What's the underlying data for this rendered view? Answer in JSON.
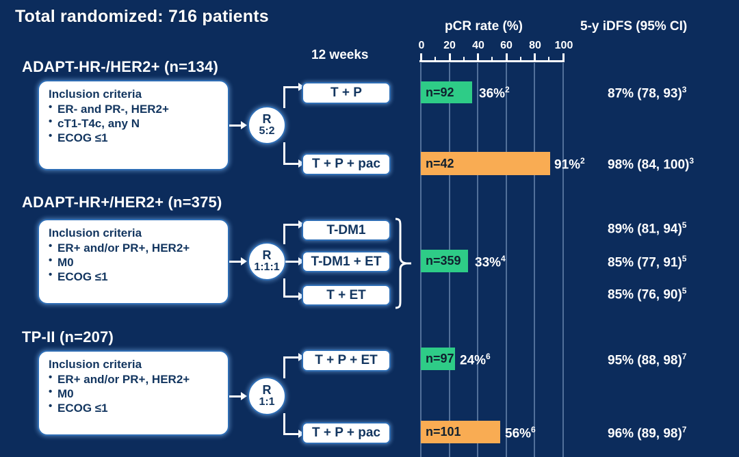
{
  "header": {
    "total_title": "Total randomized: 716 patients",
    "weeks_label": "12 weeks",
    "pcr_col_header": "pCR rate (%)",
    "idfs_col_header": "5-y iDFS (95% CI)"
  },
  "axis": {
    "min": 0,
    "max": 100,
    "major_ticks": [
      0,
      20,
      40,
      60,
      80,
      100
    ],
    "minor_ticks": [
      10,
      30,
      50,
      70,
      90
    ],
    "tick_labels": [
      "0",
      "20",
      "40",
      "60",
      "80",
      "100"
    ]
  },
  "cohorts": [
    {
      "id": "adapt-hr-neg-her2-pos",
      "title": "ADAPT-HR-/HER2+ (n=134)",
      "criteria_title": "Inclusion criteria",
      "criteria": [
        "ER- and PR-, HER2+",
        "cT1-T4c, any N",
        "ECOG ≤1"
      ],
      "randomization": {
        "letter": "R",
        "ratio": "5:2"
      },
      "arms": [
        {
          "label": "T + P",
          "bar": {
            "n_label": "n=92",
            "value": 36,
            "color": "#2ecc87",
            "color_name": "green"
          },
          "pcr_text": "36%",
          "pcr_superscript": "2",
          "idfs_text": "87% (78, 93)",
          "idfs_superscript": "3"
        },
        {
          "label": "T + P + pac",
          "bar": {
            "n_label": "n=42",
            "value": 91,
            "color": "#f9ac53",
            "color_name": "orange"
          },
          "pcr_text": "91%",
          "pcr_superscript": "2",
          "idfs_text": "98% (84, 100)",
          "idfs_superscript": "3"
        }
      ]
    },
    {
      "id": "adapt-hr-pos-her2-pos",
      "title": "ADAPT-HR+/HER2+ (n=375)",
      "criteria_title": "Inclusion criteria",
      "criteria": [
        "ER+ and/or PR+, HER2+",
        "M0",
        "ECOG ≤1"
      ],
      "randomization": {
        "letter": "R",
        "ratio": "1:1:1"
      },
      "pooled_bar": {
        "n_label": "n=359",
        "value": 33,
        "color": "#2ecc87",
        "color_name": "green",
        "pcr_text": "33%",
        "pcr_superscript": "4"
      },
      "arms": [
        {
          "label": "T-DM1",
          "idfs_text": "89% (81, 94)",
          "idfs_superscript": "5"
        },
        {
          "label": "T-DM1 + ET",
          "idfs_text": "85% (77, 91)",
          "idfs_superscript": "5"
        },
        {
          "label": "T + ET",
          "idfs_text": "85% (76, 90)",
          "idfs_superscript": "5"
        }
      ]
    },
    {
      "id": "tp-ii",
      "title": "TP-II (n=207)",
      "criteria_title": "Inclusion criteria",
      "criteria": [
        "ER+ and/or PR+, HER2+",
        "M0",
        "ECOG ≤1"
      ],
      "randomization": {
        "letter": "R",
        "ratio": "1:1"
      },
      "arms": [
        {
          "label": "T + P + ET",
          "bar": {
            "n_label": "n=97",
            "value": 24,
            "color": "#2ecc87",
            "color_name": "green"
          },
          "pcr_text": "24%",
          "pcr_superscript": "6",
          "idfs_text": "95% (88, 98)",
          "idfs_superscript": "7"
        },
        {
          "label": "T + P + pac",
          "bar": {
            "n_label": "n=101",
            "value": 56,
            "color": "#f9ac53",
            "color_name": "orange"
          },
          "pcr_text": "56%",
          "pcr_superscript": "6",
          "idfs_text": "96% (89, 98)",
          "idfs_superscript": "7"
        }
      ]
    }
  ],
  "chart_data": {
    "type": "bar",
    "title": "pCR rate (%)",
    "xlabel": "pCR rate (%)",
    "ylabel": "",
    "xlim": [
      0,
      100
    ],
    "grid": true,
    "orientation": "horizontal",
    "categories": [
      "ADAPT-HR-/HER2+ : T + P",
      "ADAPT-HR-/HER2+ : T + P + pac",
      "ADAPT-HR+/HER2+ : pooled (T-DM1 / T-DM1+ET / T+ET)",
      "TP-II : T + P + ET",
      "TP-II : T + P + pac"
    ],
    "values": [
      36,
      91,
      33,
      24,
      56
    ],
    "n_values": [
      92,
      42,
      359,
      97,
      101
    ],
    "colors": [
      "#2ecc87",
      "#f9ac53",
      "#2ecc87",
      "#2ecc87",
      "#f9ac53"
    ],
    "data_labels": [
      "36%",
      "91%",
      "33%",
      "24%",
      "56%"
    ],
    "footnote_markers": [
      "2",
      "2",
      "4",
      "6",
      "6"
    ],
    "secondary_series": {
      "name": "5-y iDFS (95% CI)",
      "entries": [
        {
          "category": "ADAPT-HR-/HER2+ : T + P",
          "value": 87,
          "ci": [
            78,
            93
          ],
          "text": "87% (78, 93)",
          "marker": "3"
        },
        {
          "category": "ADAPT-HR-/HER2+ : T + P + pac",
          "value": 98,
          "ci": [
            84,
            100
          ],
          "text": "98% (84, 100)",
          "marker": "3"
        },
        {
          "category": "ADAPT-HR+/HER2+ : T-DM1",
          "value": 89,
          "ci": [
            81,
            94
          ],
          "text": "89% (81, 94)",
          "marker": "5"
        },
        {
          "category": "ADAPT-HR+/HER2+ : T-DM1 + ET",
          "value": 85,
          "ci": [
            77,
            91
          ],
          "text": "85% (77, 91)",
          "marker": "5"
        },
        {
          "category": "ADAPT-HR+/HER2+ : T + ET",
          "value": 85,
          "ci": [
            76,
            90
          ],
          "text": "85% (76, 90)",
          "marker": "5"
        },
        {
          "category": "TP-II : T + P + ET",
          "value": 95,
          "ci": [
            88,
            98
          ],
          "text": "95% (88, 98)",
          "marker": "7"
        },
        {
          "category": "TP-II : T + P + pac",
          "value": 96,
          "ci": [
            89,
            98
          ],
          "text": "96% (89, 98)",
          "marker": "7"
        }
      ]
    }
  },
  "colors": {
    "background": "#0c2c5c",
    "green": "#2ecc87",
    "orange": "#f9ac53",
    "box_border": "#2e6db4",
    "box_fill": "#ffffff",
    "text": "#ffffff",
    "gridline": "#5f7ca5"
  }
}
